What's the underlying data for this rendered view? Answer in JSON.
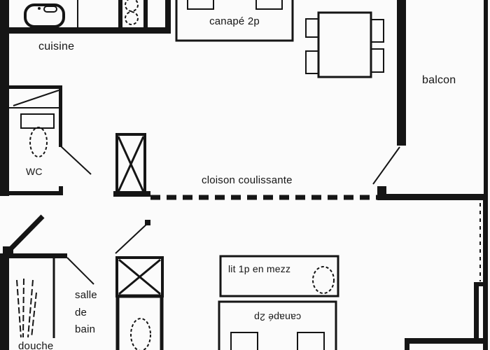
{
  "document": {
    "kind": "apartment floor plan",
    "language": "fr"
  },
  "colors": {
    "ink": "#151515",
    "paper": "#fbfbfb"
  },
  "rooms": {
    "cuisine": {
      "label": "cuisine"
    },
    "balcon": {
      "label": "balcon"
    },
    "wc": {
      "label": "WC"
    },
    "salle_de_bain": {
      "l1": "salle",
      "l2": "de",
      "l3": "bain"
    },
    "douche": {
      "label": "douche"
    }
  },
  "partitions": {
    "cloison": {
      "label": "cloison coulissante"
    }
  },
  "furniture": {
    "canape_top": {
      "label": "canapé 2p"
    },
    "lit_mezz": {
      "label": "lit 1p en mezz"
    },
    "canape_bottom": {
      "label": "canapé 2p"
    }
  }
}
